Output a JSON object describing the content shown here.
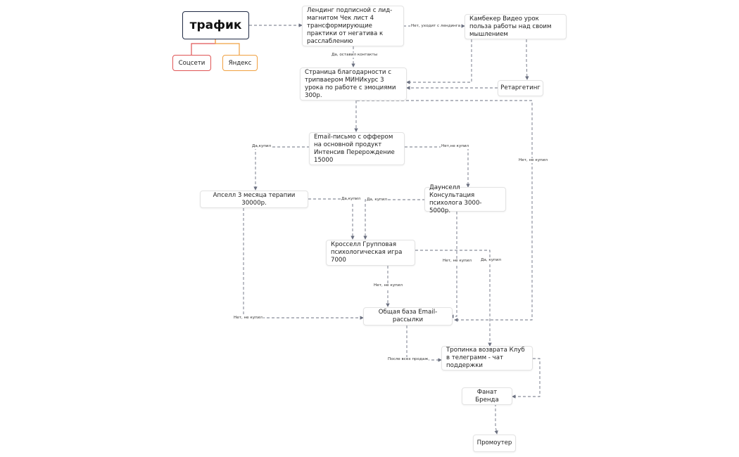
{
  "root": {
    "label": "трафик"
  },
  "channels": [
    {
      "label": "Соцсети",
      "color": "#e05555"
    },
    {
      "label": "Яндекс",
      "color": "#f0a040"
    }
  ],
  "nodes": {
    "landing": "Лендинг подписной с лид-магнитом Чек лист 4 трансформирующие практики от негатива к расслаблению",
    "comeback": "Камбекер  Видео урок польза работы над своим мышлением",
    "thankyou": "Страница благодарности с трипваером МИНИкурс 3 урока по работе с эмоциями 300р.",
    "retargeting": "Ретаргетинг",
    "email_offer": "Email-письмо с оффером на основной продукт Интенсив Перерождение 15000",
    "upsell": "Апселл 3 месяца терапии 30000р.",
    "downsell": "Даунселл Консультация психолога 3000-5000р.",
    "crossell": "Кросселл Групповая психологическая игра 7000",
    "email_base": "Общая база Email-рассылки",
    "return_path": "Тропинка возврата Клуб в телеграмм - чат поддержки",
    "brand_fan": "Фанат Бренда",
    "promoter": "Промоутер"
  },
  "edge_labels": {
    "no_leaves_landing": "Нет, уходит с лендинга",
    "yes_left_contacts": "Да, оставил контакты",
    "yes_bought_1": "Да,купил",
    "no_didnt_buy_1": "Нет,не купил",
    "no_didnt_buy_2": "Нет, не купил",
    "yes_bought_2": "Да,купил",
    "yes_bought_3": "Да, купил",
    "no_didnt_buy_3": "Нет, не купил",
    "no_didnt_buy_4": "Нет, не купил",
    "yes_bought_4": "Да, купил",
    "no_didnt_buy_5": "Нет, не купил",
    "after_all_sales": "После всех продаж"
  },
  "colors": {
    "edge": "#6b7080",
    "root_border": "#1f2a44"
  }
}
